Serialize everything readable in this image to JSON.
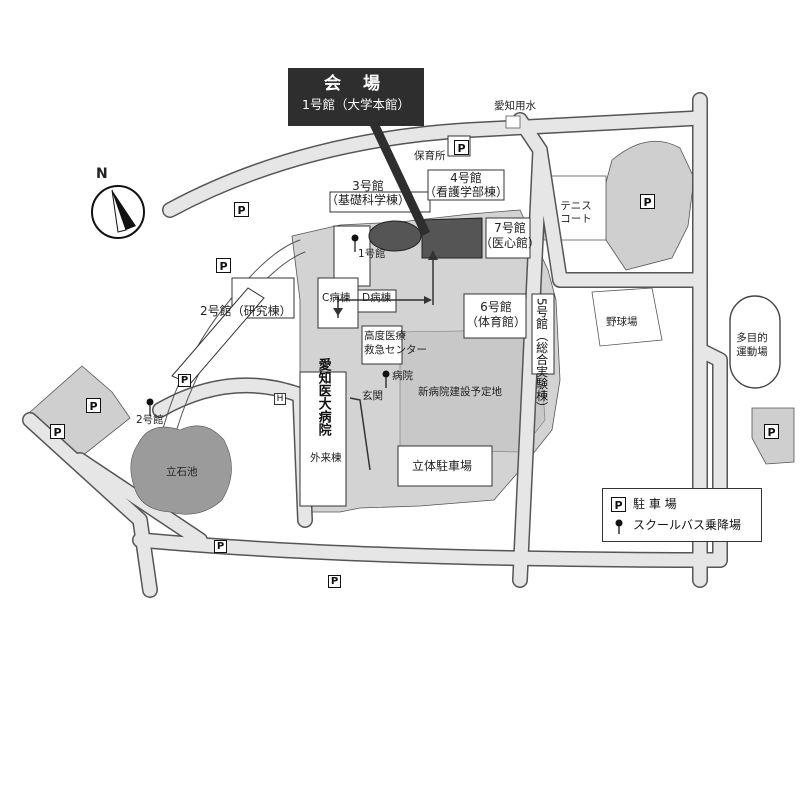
{
  "venue": {
    "title": "会 場",
    "subtitle": "1号館（大学本館）"
  },
  "compass": {
    "north_label": "N"
  },
  "buildings": {
    "b3_name": "3号館",
    "b3_sub": "（基礎科学棟）",
    "b4_name": "4号館",
    "b4_sub": "（看護学部棟）",
    "b7_name": "7号館",
    "b7_sub": "（医心館）",
    "b6_name": "6号館",
    "b6_sub": "（体育館）",
    "b5_vertical": "5号館（総合実験棟）",
    "b2": "2号館（研究棟）",
    "hospital_vertical": "愛知医大病院",
    "c_ward": "C病棟",
    "d_ward": "D病棟",
    "acute_care_1": "高度医療",
    "acute_care_2": "救急センター",
    "new_hospital": "新病院建設予定地",
    "entrance": "玄関",
    "outpatient": "外来棟",
    "parking_structure": "立体駐車場",
    "nursery": "保育所"
  },
  "places": {
    "pond": "立石池",
    "tennis_1": "テニス",
    "tennis_2": "コート",
    "baseball": "野球場",
    "field_1": "多目的",
    "field_2": "運動場",
    "water": "愛知用水"
  },
  "bus_stops": {
    "stop_1go": "1号館",
    "stop_2go": "2号館",
    "stop_hospital": "病院"
  },
  "map_symbols": {
    "parking": "P",
    "helipad": "H"
  },
  "legend": {
    "parking_icon": "P",
    "parking": "駐 車 場",
    "bus_stop": "スクールバス乗降場"
  }
}
